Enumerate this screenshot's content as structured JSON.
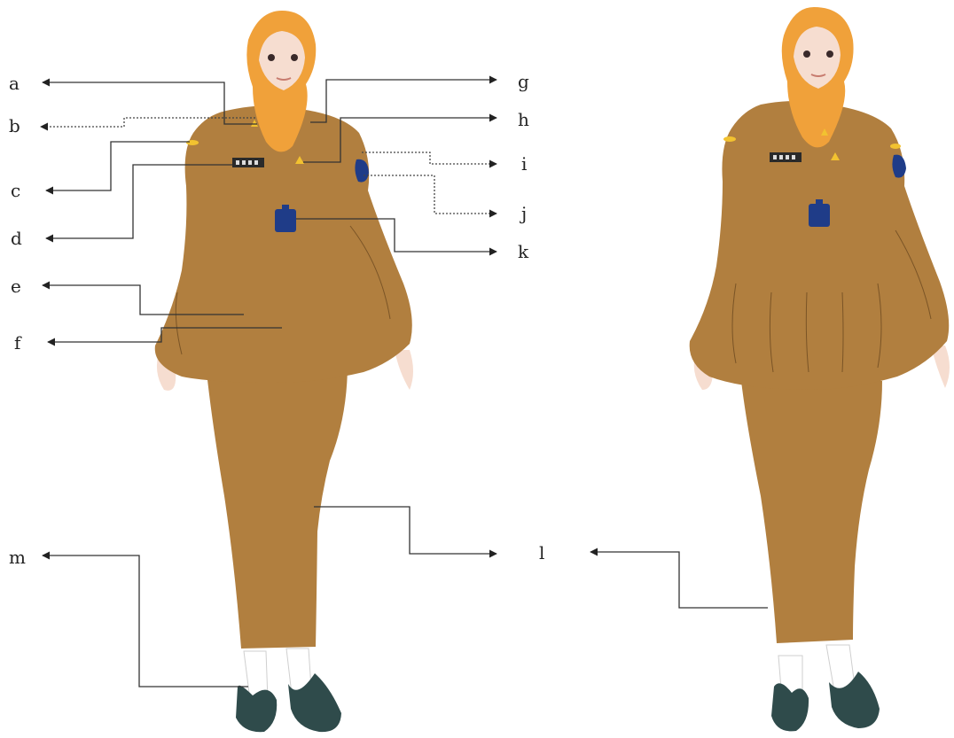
{
  "labels": {
    "a": "a",
    "b": "b",
    "c": "c",
    "d": "d",
    "e": "e",
    "f": "f",
    "g": "g",
    "h": "h",
    "i": "i",
    "j": "j",
    "k": "k",
    "l": "l",
    "m": "m"
  },
  "colors": {
    "uniform": "#b17f3f",
    "hijab": "#f0a13a",
    "skin": "#f6ddd0",
    "shoe": "#2f4b4b",
    "badge": "#1f3c88",
    "gold": "#f2c230"
  },
  "figures": [
    "front-view",
    "alternate-front-view"
  ]
}
